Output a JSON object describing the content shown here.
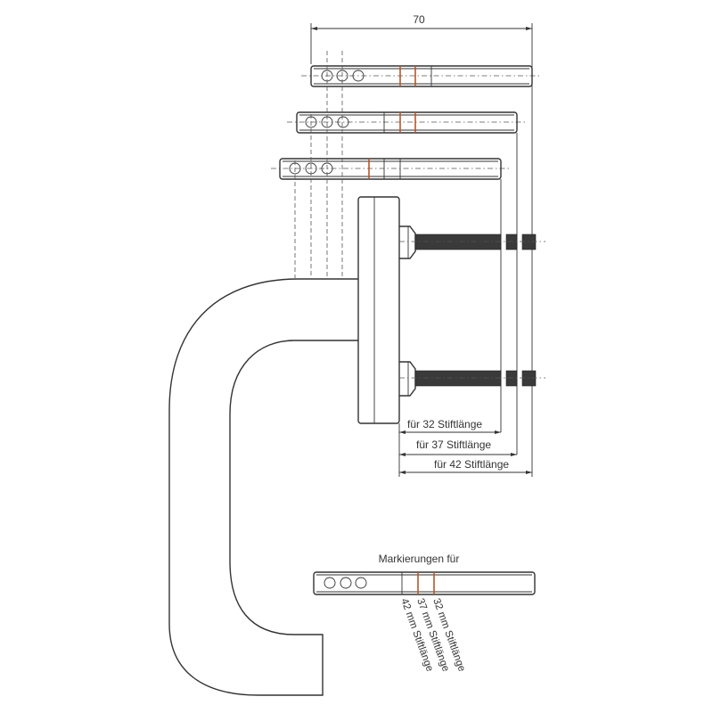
{
  "dimensions": {
    "overall_width": "70",
    "pin_32": "für 32 Stiftlänge",
    "pin_37": "für 37 Stiftlänge",
    "pin_42": "für 42 Stiftlänge"
  },
  "markings": {
    "title": "Markierungen für",
    "label_32": "32 mm Stiftlänge",
    "label_37": "37 mm Stiftlänge",
    "label_42": "42 mm Stiftlänge"
  },
  "colors": {
    "line": "#333333",
    "marking": "#b5572a",
    "thread": "#3a3a3a"
  }
}
